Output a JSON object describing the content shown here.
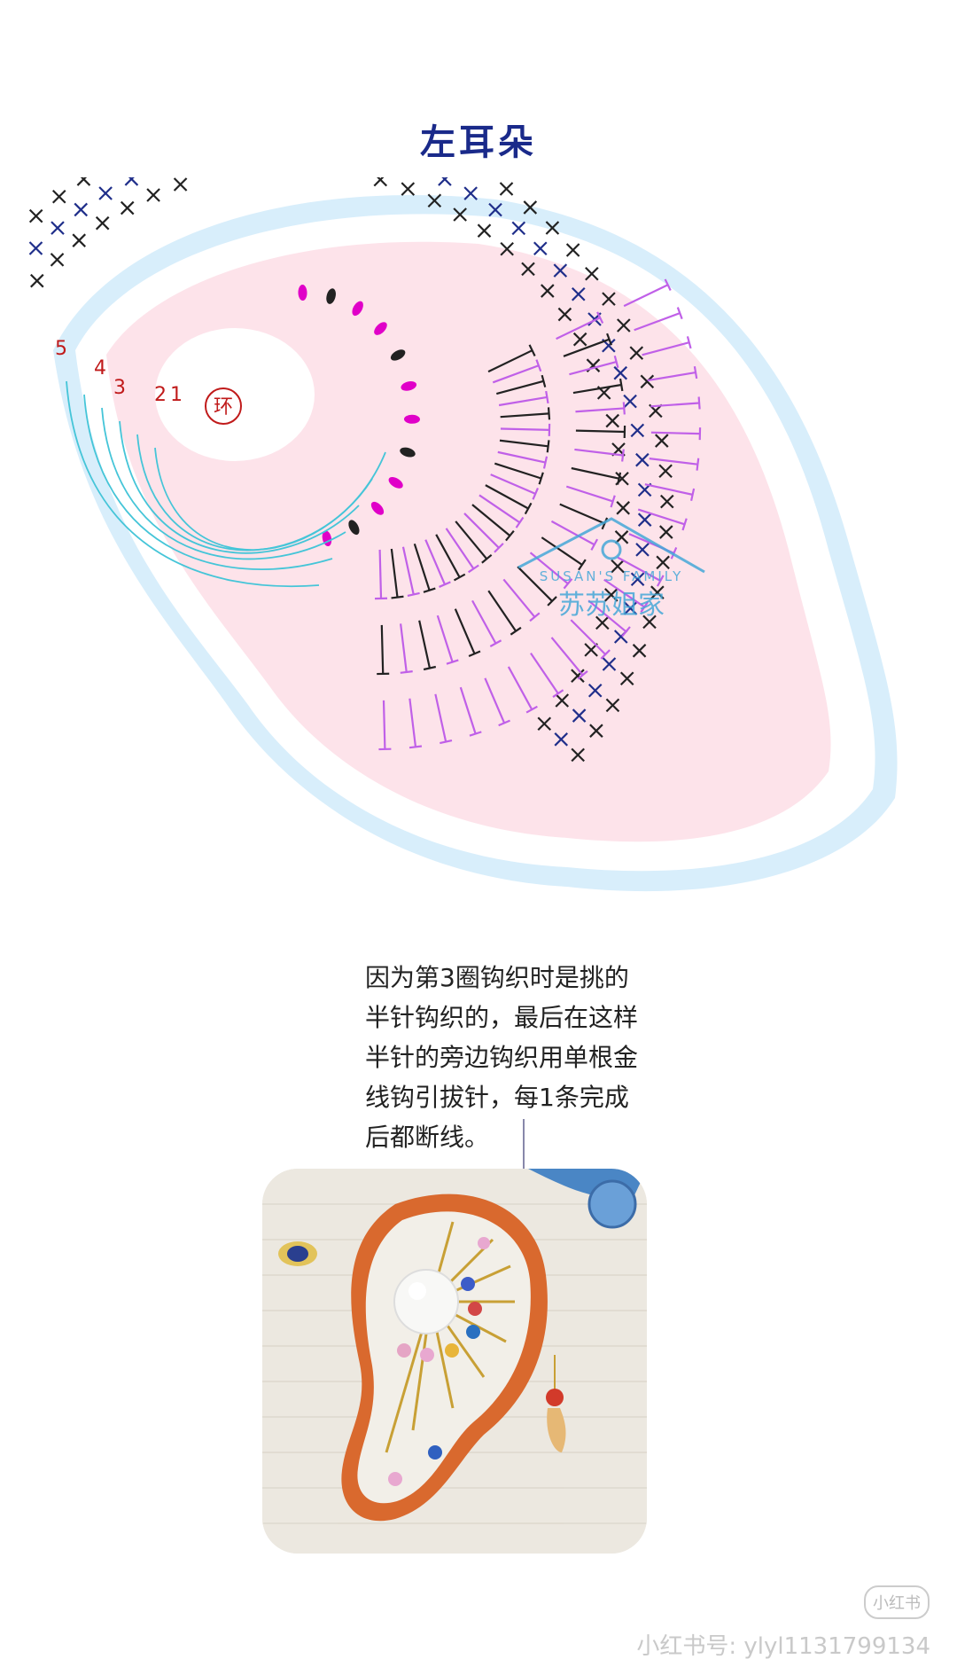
{
  "title": "左耳朵",
  "diagram": {
    "round_labels": [
      "5",
      "4",
      "3",
      "2",
      "1"
    ],
    "center_label": "环",
    "watermark": {
      "brand_en": "SUSAN'S FAMILY",
      "brand_cn": "苏苏姐家"
    },
    "colors": {
      "outer_glow": "#d8eefb",
      "inner_fill": "#fde3ea",
      "stitch_dark": "#222222",
      "stitch_navy": "#1f2e8a",
      "stitch_purple": "#c060e8",
      "marker_magenta": "#e000c8",
      "arrow_cyan": "#45c5d8",
      "label_red": "#c01a1a"
    }
  },
  "note_lines": [
    "因为第3圈钩织时是挑的",
    "半针钩织的，最后在这样",
    "半针的旁边钩织用单根金",
    "线钩引拔针，每1条完成",
    "后都断线。"
  ],
  "footer": {
    "logo": "小红书",
    "account": "小红书号: ylyl1131799134"
  }
}
